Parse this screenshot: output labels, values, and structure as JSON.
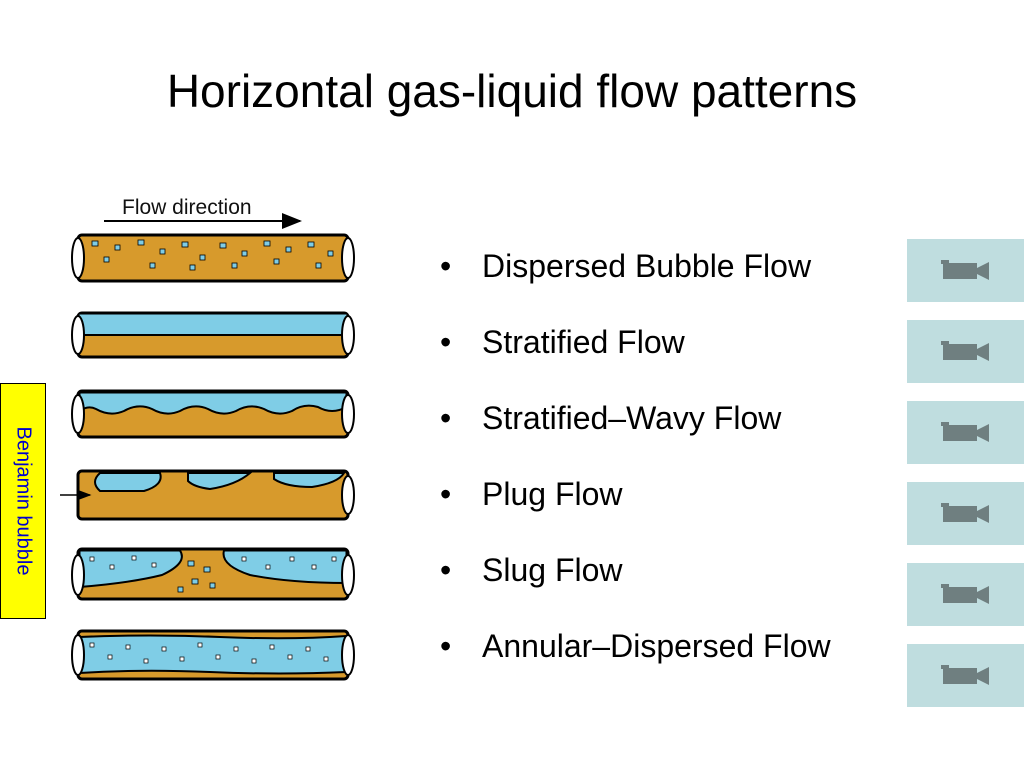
{
  "slide": {
    "title": "Horizontal gas-liquid flow patterns"
  },
  "diagram": {
    "flow_direction_label": "Flow direction",
    "pipes": [
      "dispersed-bubble",
      "stratified",
      "stratified-wavy",
      "plug",
      "slug",
      "annular-dispersed"
    ]
  },
  "annotation": {
    "label": "Benjamin bubble"
  },
  "flow_types": [
    "Dispersed Bubble Flow",
    "Stratified Flow",
    "Stratified–Wavy Flow",
    "Plug Flow",
    "Slug Flow",
    "Annular–Dispersed Flow"
  ],
  "bullet_symbol": "•",
  "video_buttons": [
    {
      "icon": "video-camera-icon"
    },
    {
      "icon": "video-camera-icon"
    },
    {
      "icon": "video-camera-icon"
    },
    {
      "icon": "video-camera-icon"
    },
    {
      "icon": "video-camera-icon"
    },
    {
      "icon": "video-camera-icon"
    }
  ],
  "colors": {
    "liquid": "#d79a2c",
    "gas": "#7fcde6",
    "outline": "#000000",
    "video_button_bg": "#bfdddf",
    "video_icon": "#6f7f80",
    "label_bg": "#ffff00",
    "label_text": "#0000cc"
  }
}
